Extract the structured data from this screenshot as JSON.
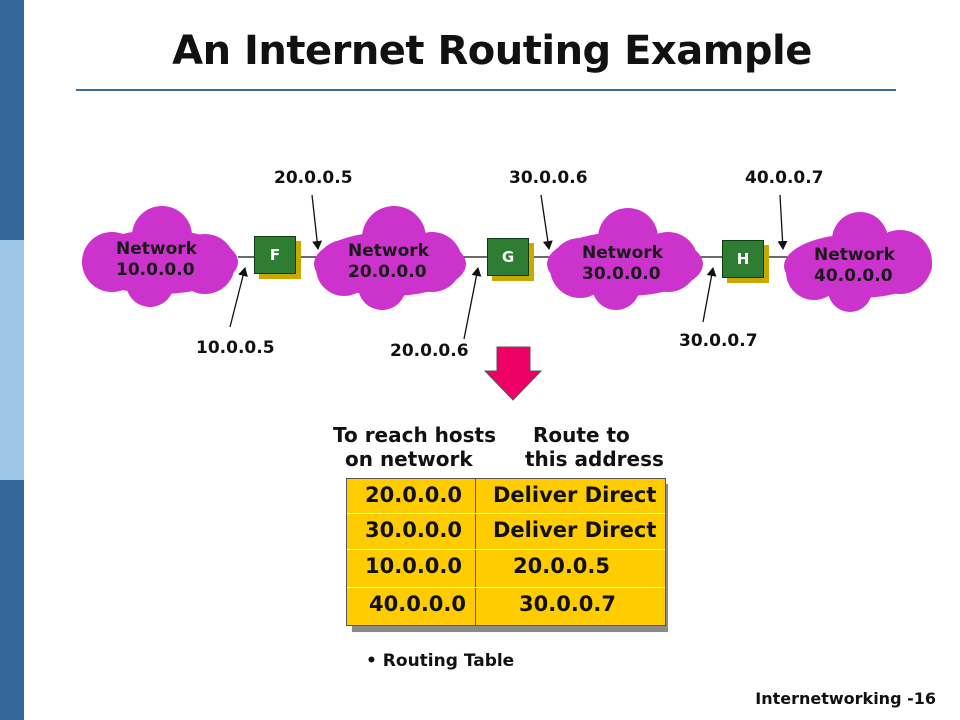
{
  "title": "An Internet Routing Example",
  "networks": [
    {
      "label": "Network",
      "address": "10.0.0.0"
    },
    {
      "label": "Network",
      "address": "20.0.0.0"
    },
    {
      "label": "Network",
      "address": "30.0.0.0"
    },
    {
      "label": "Network",
      "address": "40.0.0.0"
    }
  ],
  "routers": [
    {
      "name": "F"
    },
    {
      "name": "G"
    },
    {
      "name": "H"
    }
  ],
  "interfaces": {
    "f_west": "10.0.0.5",
    "f_east": "20.0.0.5",
    "g_west": "20.0.0.6",
    "g_east": "30.0.0.6",
    "h_west": "30.0.0.7",
    "h_east": "40.0.0.7"
  },
  "routing_table": {
    "col1_header": [
      "To reach hosts",
      "on network"
    ],
    "col2_header": [
      "Route to",
      "this address"
    ],
    "rows": [
      {
        "network": "20.0.0.0",
        "route": "Deliver Direct"
      },
      {
        "network": "30.0.0.0",
        "route": "Deliver Direct"
      },
      {
        "network": "10.0.0.0",
        "route": "20.0.0.5"
      },
      {
        "network": "40.0.0.0",
        "route": "30.0.0.7"
      }
    ],
    "caption": "Routing Table"
  },
  "footer": "Internetworking -16",
  "colors": {
    "cloud": "#cc33cc",
    "router": "#2e7d32",
    "router_shadow": "#c9a800",
    "table": "#ffcc00",
    "arrow": "#ee0066",
    "sidebar": "#336699",
    "sidebar_light": "#9fc6e6"
  }
}
